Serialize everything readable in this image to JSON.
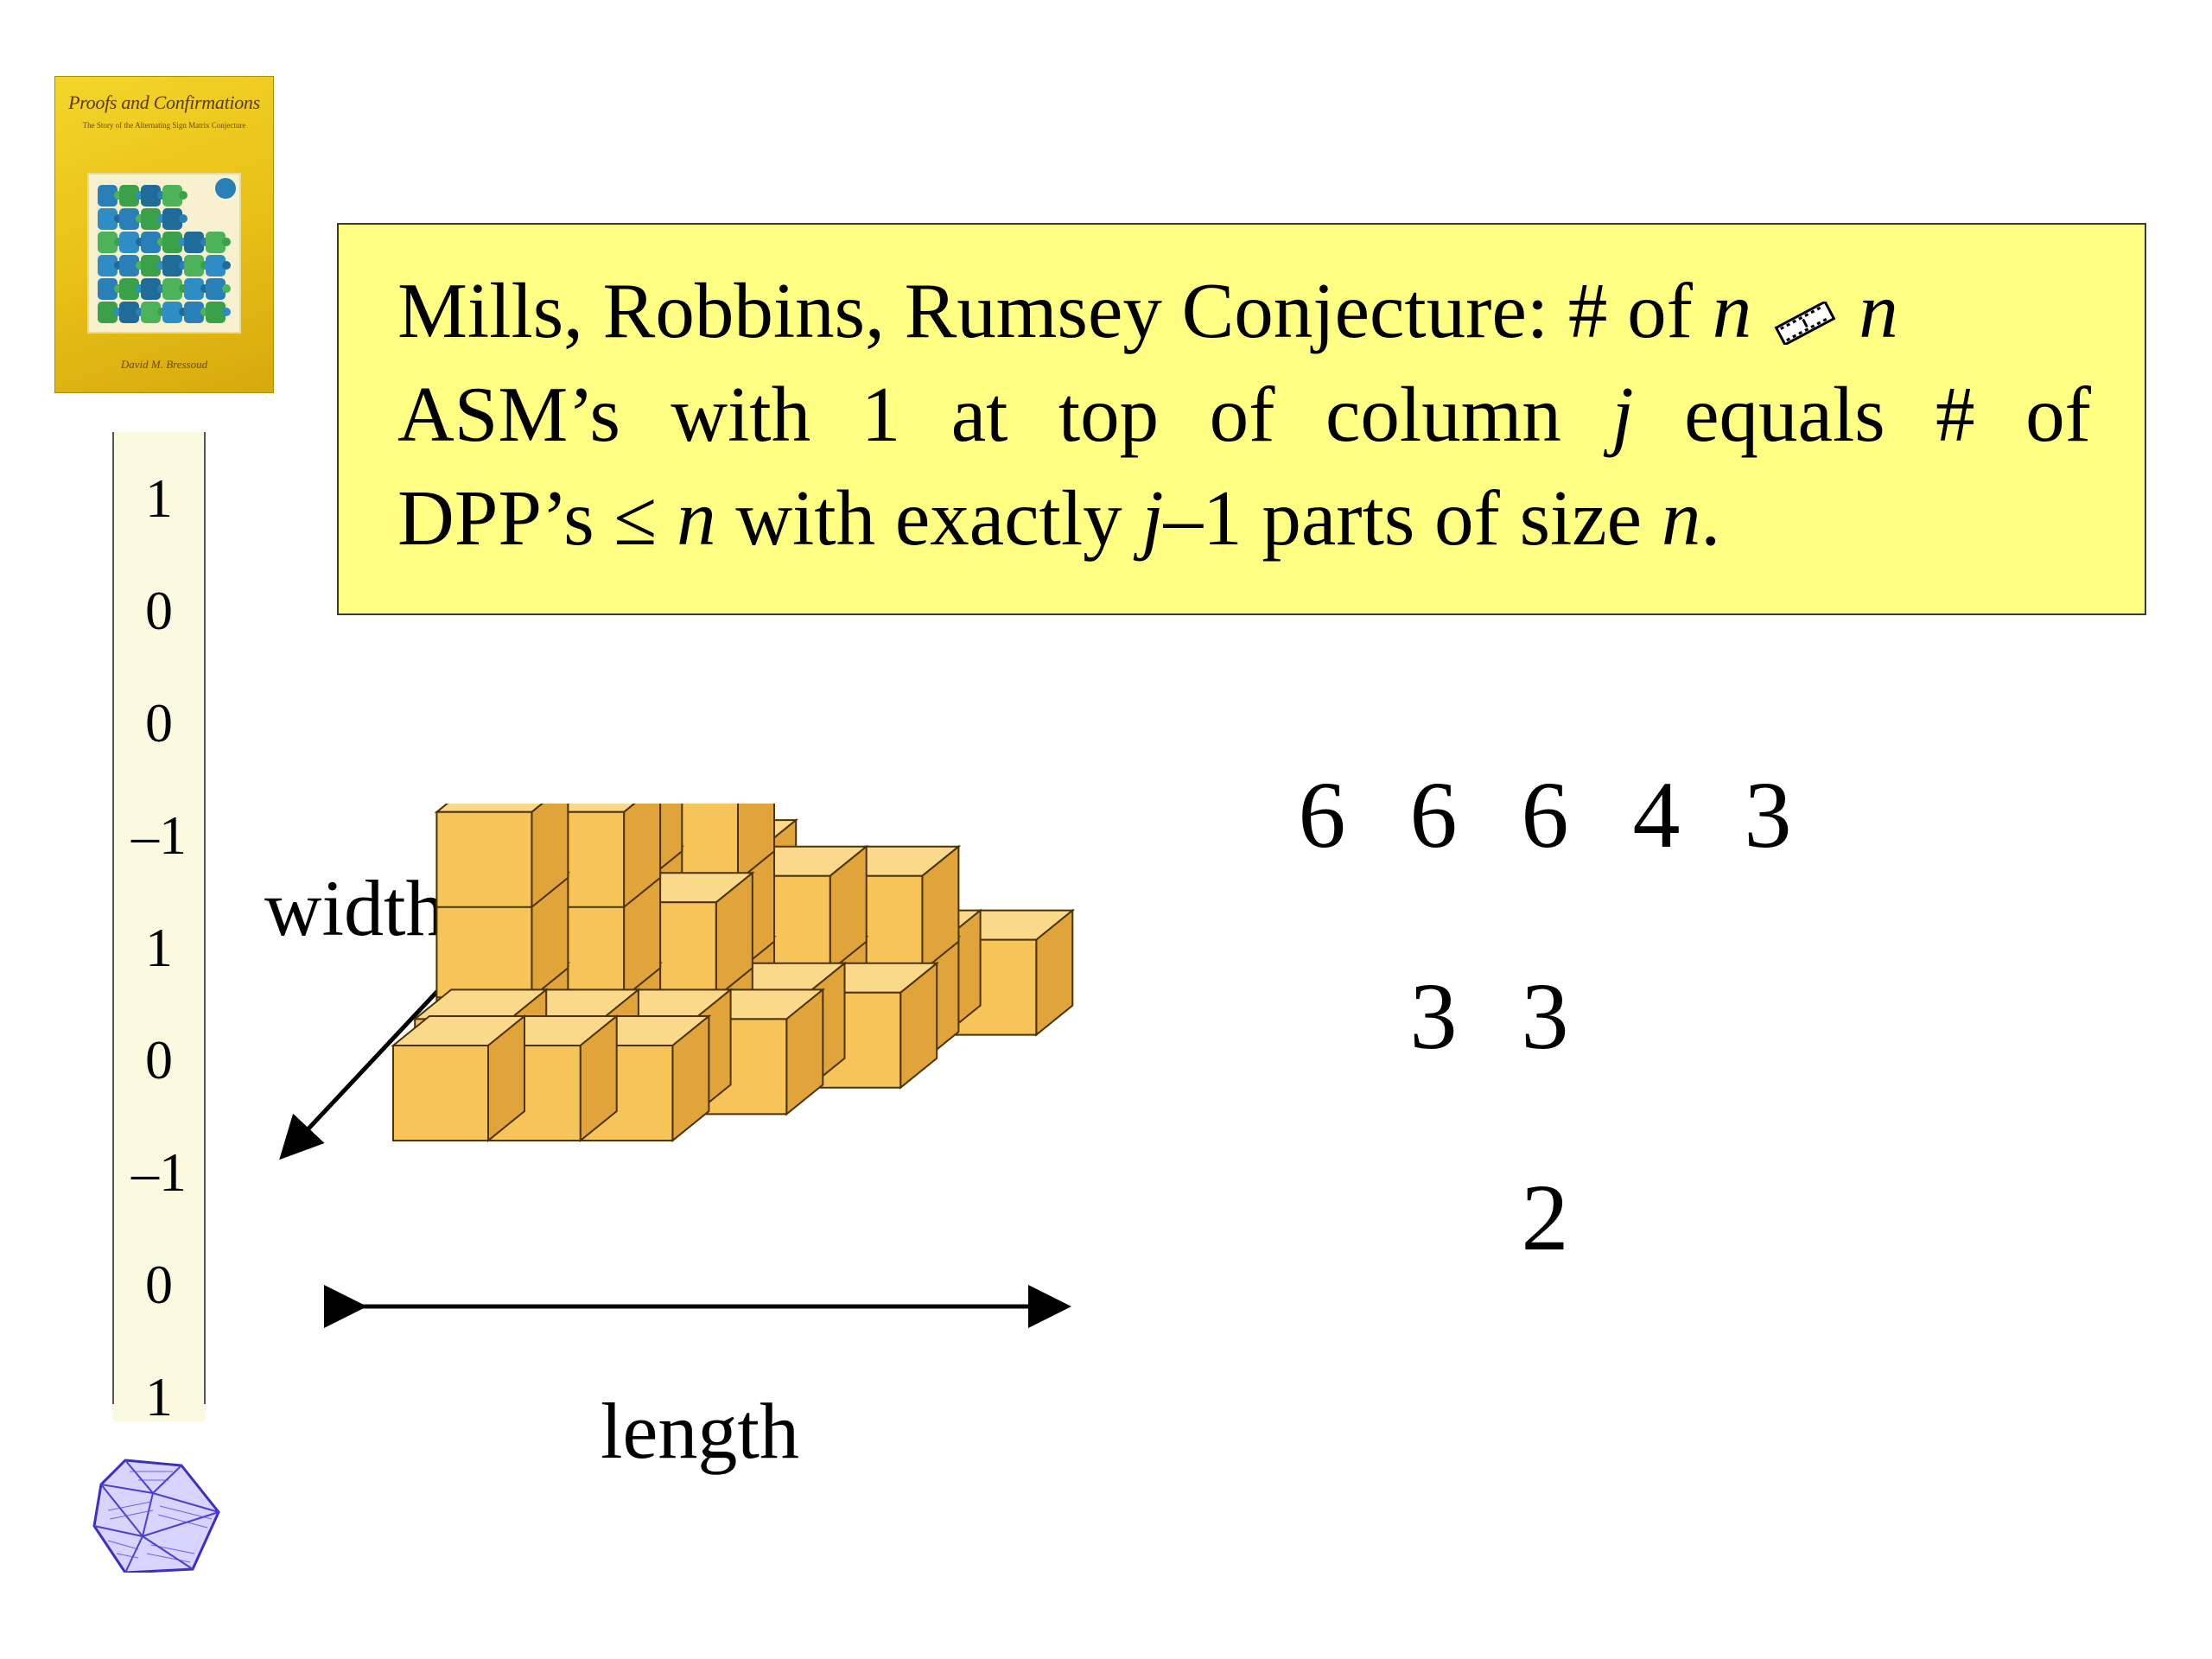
{
  "book": {
    "title": "Proofs and Confirmations",
    "subtitle": "The Story of the Alternating Sign Matrix Conjecture",
    "author": "David M. Bressoud"
  },
  "asm_column": [
    "1",
    "0",
    "0",
    "–1",
    "1",
    "0",
    "–1",
    "0",
    "1"
  ],
  "conjecture": {
    "line1_a": "Mills, Robbins, Rumsey Conjecture: # of ",
    "line1_n1": "n",
    "line1_n2": "n",
    "line2": [
      "ASM’s",
      "with",
      "1",
      "at",
      "top",
      "of",
      "column",
      "j",
      "equals",
      "#",
      "of"
    ],
    "line3_a": "DPP’s ≤ ",
    "line3_n": "n",
    "line3_b": " with exactly ",
    "line3_j": "j",
    "line3_c": "–1 parts of size ",
    "line3_n2": "n",
    "line3_d": "."
  },
  "diagram": {
    "width_label": "width",
    "length_label": "length"
  },
  "plane_partition": {
    "row1": [
      "6",
      "6",
      "6",
      "4",
      "3"
    ],
    "row2": [
      "3",
      "3"
    ],
    "row3": [
      "2"
    ]
  },
  "colors": {
    "box_bg": "#ffff84",
    "cube_front": "#f7c45a",
    "cube_top": "#fbd98a",
    "cube_side": "#e0a43a",
    "cover_bg": "#e7bf16",
    "strip_bg": "#fbf9e0",
    "polyhedron": "#4a3fd0"
  }
}
